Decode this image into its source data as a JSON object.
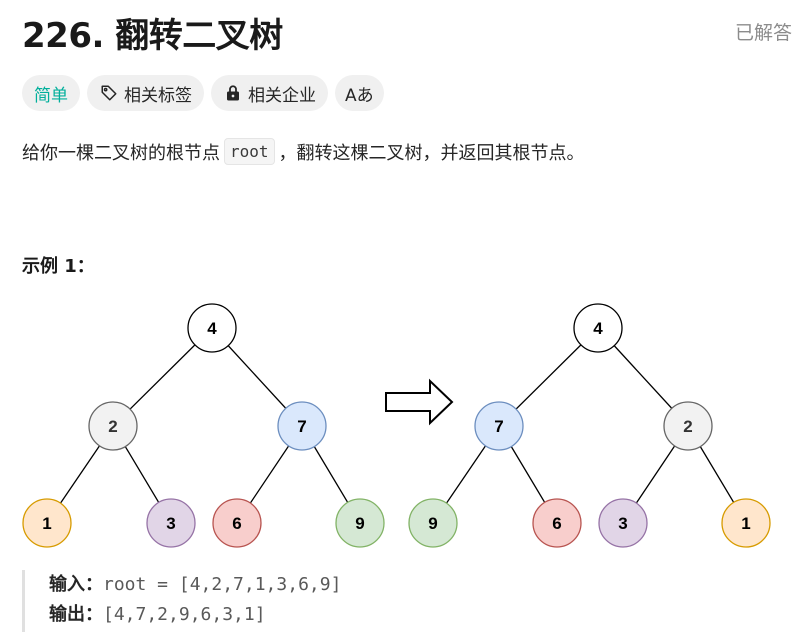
{
  "header": {
    "title": "226. 翻转二叉树",
    "status": "已解答"
  },
  "tags": {
    "difficulty": "简单",
    "topics": "相关标签",
    "companies": "相关企业",
    "translate_icon": "Aあ"
  },
  "description": {
    "before": "给你一棵二叉树的根节点",
    "code": "root",
    "after": "，翻转这棵二叉树，并返回其根节点。"
  },
  "example": {
    "title": "示例 1：",
    "input_label": "输入：",
    "input_value": "root = [4,2,7,1,3,6,9]",
    "output_label": "输出：",
    "output_value": "[4,7,2,9,6,3,1]"
  },
  "trees": {
    "before": [
      "4",
      "2",
      "7",
      "1",
      "3",
      "6",
      "9"
    ],
    "after": [
      "4",
      "7",
      "2",
      "9",
      "6",
      "3",
      "1"
    ]
  },
  "colors": {
    "difficulty": "#00af9b",
    "node_white": "#ffffff",
    "node_grey": "#f2f2f2",
    "node_blue": "#dae8fc",
    "node_orange": "#ffe6cc",
    "node_purple": "#e1d5e7",
    "node_red": "#f8cecc",
    "node_green": "#d5e8d4"
  },
  "icons": {
    "tag": "tag-icon",
    "lock": "lock-icon",
    "translate": "translate-icon",
    "arrow": "right-arrow-icon"
  }
}
